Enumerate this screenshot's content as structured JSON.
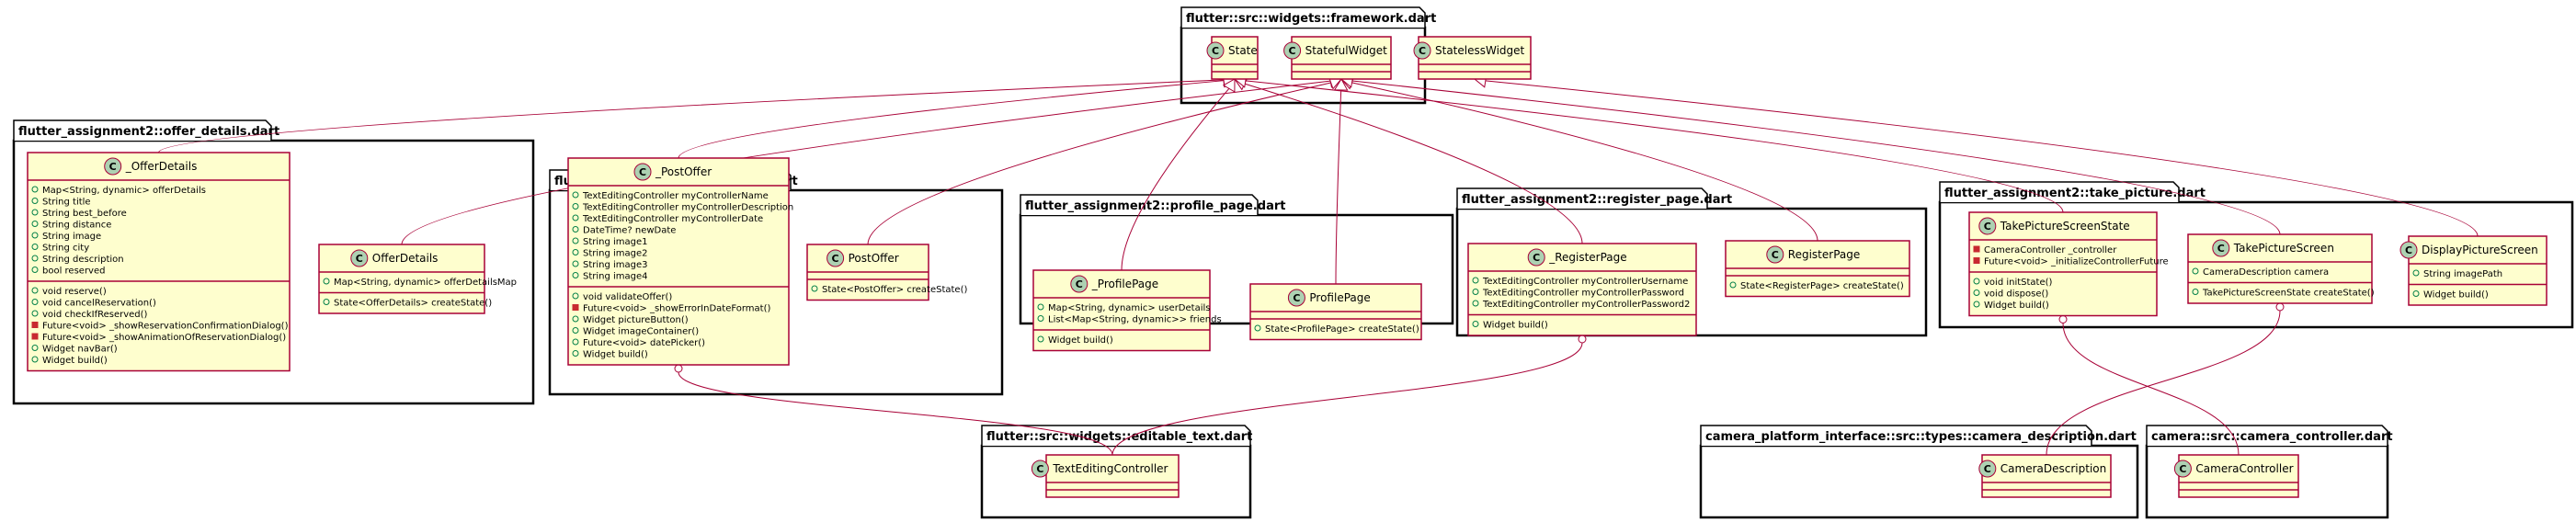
{
  "packages": [
    {
      "id": "framework",
      "label": "flutter::src::widgets::framework.dart"
    },
    {
      "id": "offer_details",
      "label": "flutter_assignment2::offer_details.dart"
    },
    {
      "id": "post_offer",
      "label": "flutter_assignment2::post_offer.dart"
    },
    {
      "id": "profile_page",
      "label": "flutter_assignment2::profile_page.dart"
    },
    {
      "id": "register_page",
      "label": "flutter_assignment2::register_page.dart"
    },
    {
      "id": "take_picture",
      "label": "flutter_assignment2::take_picture.dart"
    },
    {
      "id": "editable_text",
      "label": "flutter::src::widgets::editable_text.dart"
    },
    {
      "id": "camera_description",
      "label": "camera_platform_interface::src::types::camera_description.dart"
    },
    {
      "id": "camera_controller",
      "label": "camera::src::camera_controller.dart"
    }
  ],
  "classes": [
    {
      "id": "State",
      "name": "State",
      "badge": "C",
      "attributes": [],
      "methods": []
    },
    {
      "id": "StatefulWidget",
      "name": "StatefulWidget",
      "badge": "C",
      "attributes": [],
      "methods": []
    },
    {
      "id": "StatelessWidget",
      "name": "StatelessWidget",
      "badge": "C",
      "attributes": [],
      "methods": []
    },
    {
      "id": "_OfferDetails",
      "name": "_OfferDetails",
      "badge": "C",
      "attributes": [
        {
          "vis": "public",
          "text": "Map<String, dynamic> offerDetails"
        },
        {
          "vis": "public",
          "text": "String title"
        },
        {
          "vis": "public",
          "text": "String best_before"
        },
        {
          "vis": "public",
          "text": "String distance"
        },
        {
          "vis": "public",
          "text": "String image"
        },
        {
          "vis": "public",
          "text": "String city"
        },
        {
          "vis": "public",
          "text": "String description"
        },
        {
          "vis": "public",
          "text": "bool reserved"
        }
      ],
      "methods": [
        {
          "vis": "public",
          "text": "void reserve()"
        },
        {
          "vis": "public",
          "text": "void cancelReservation()"
        },
        {
          "vis": "public",
          "text": "void checkIfReserved()"
        },
        {
          "vis": "private",
          "text": "Future<void> _showReservationConfirmationDialog()"
        },
        {
          "vis": "private",
          "text": "Future<void> _showAnimationOfReservationDialog()"
        },
        {
          "vis": "public",
          "text": "Widget navBar()"
        },
        {
          "vis": "public",
          "text": "Widget build()"
        }
      ]
    },
    {
      "id": "OfferDetails",
      "name": "OfferDetails",
      "badge": "C",
      "attributes": [
        {
          "vis": "public",
          "text": "Map<String, dynamic> offerDetailsMap"
        }
      ],
      "methods": [
        {
          "vis": "public",
          "text": "State<OfferDetails> createState()"
        }
      ]
    },
    {
      "id": "_PostOffer",
      "name": "_PostOffer",
      "badge": "C",
      "attributes": [
        {
          "vis": "public",
          "text": "TextEditingController myControllerName"
        },
        {
          "vis": "public",
          "text": "TextEditingController myControllerDescription"
        },
        {
          "vis": "public",
          "text": "TextEditingController myControllerDate"
        },
        {
          "vis": "public",
          "text": "DateTime? newDate"
        },
        {
          "vis": "public",
          "text": "String image1"
        },
        {
          "vis": "public",
          "text": "String image2"
        },
        {
          "vis": "public",
          "text": "String image3"
        },
        {
          "vis": "public",
          "text": "String image4"
        }
      ],
      "methods": [
        {
          "vis": "public",
          "text": "void validateOffer()"
        },
        {
          "vis": "private",
          "text": "Future<void> _showErrorInDateFormat()"
        },
        {
          "vis": "public",
          "text": "Widget pictureButton()"
        },
        {
          "vis": "public",
          "text": "Widget imageContainer()"
        },
        {
          "vis": "public",
          "text": "Future<void> datePicker()"
        },
        {
          "vis": "public",
          "text": "Widget build()"
        }
      ]
    },
    {
      "id": "PostOffer",
      "name": "PostOffer",
      "badge": "C",
      "attributes": [],
      "methods": [
        {
          "vis": "public",
          "text": "State<PostOffer> createState()"
        }
      ]
    },
    {
      "id": "_ProfilePage",
      "name": "_ProfilePage",
      "badge": "C",
      "attributes": [
        {
          "vis": "public",
          "text": "Map<String, dynamic> userDetails"
        },
        {
          "vis": "public",
          "text": "List<Map<String, dynamic>> friends"
        }
      ],
      "methods": [
        {
          "vis": "public",
          "text": "Widget build()"
        }
      ]
    },
    {
      "id": "ProfilePage",
      "name": "ProfilePage",
      "badge": "C",
      "attributes": [],
      "methods": [
        {
          "vis": "public",
          "text": "State<ProfilePage> createState()"
        }
      ]
    },
    {
      "id": "_RegisterPage",
      "name": "_RegisterPage",
      "badge": "C",
      "attributes": [
        {
          "vis": "public",
          "text": "TextEditingController myControllerUsername"
        },
        {
          "vis": "public",
          "text": "TextEditingController myControllerPassword"
        },
        {
          "vis": "public",
          "text": "TextEditingController myControllerPassword2"
        }
      ],
      "methods": [
        {
          "vis": "public",
          "text": "Widget build()"
        }
      ]
    },
    {
      "id": "RegisterPage",
      "name": "RegisterPage",
      "badge": "C",
      "attributes": [],
      "methods": [
        {
          "vis": "public",
          "text": "State<RegisterPage> createState()"
        }
      ]
    },
    {
      "id": "TakePictureScreenState",
      "name": "TakePictureScreenState",
      "badge": "C",
      "attributes": [
        {
          "vis": "private",
          "text": "CameraController _controller"
        },
        {
          "vis": "private",
          "text": "Future<void> _initializeControllerFuture"
        }
      ],
      "methods": [
        {
          "vis": "public",
          "text": "void initState()"
        },
        {
          "vis": "public",
          "text": "void dispose()"
        },
        {
          "vis": "public",
          "text": "Widget build()"
        }
      ]
    },
    {
      "id": "TakePictureScreen",
      "name": "TakePictureScreen",
      "badge": "C",
      "attributes": [
        {
          "vis": "public",
          "text": "CameraDescription camera"
        }
      ],
      "methods": [
        {
          "vis": "public",
          "text": "TakePictureScreenState createState()"
        }
      ]
    },
    {
      "id": "DisplayPictureScreen",
      "name": "DisplayPictureScreen",
      "badge": "C",
      "attributes": [
        {
          "vis": "public",
          "text": "String imagePath"
        }
      ],
      "methods": [
        {
          "vis": "public",
          "text": "Widget build()"
        }
      ]
    },
    {
      "id": "TextEditingController",
      "name": "TextEditingController",
      "badge": "C",
      "attributes": [],
      "methods": []
    },
    {
      "id": "CameraDescription",
      "name": "CameraDescription",
      "badge": "C",
      "attributes": [],
      "methods": []
    },
    {
      "id": "CameraController",
      "name": "CameraController",
      "badge": "C",
      "attributes": [],
      "methods": []
    }
  ],
  "relations": [
    {
      "from": "_OfferDetails",
      "to": "State",
      "type": "inheritance"
    },
    {
      "from": "OfferDetails",
      "to": "StatefulWidget",
      "type": "inheritance"
    },
    {
      "from": "_PostOffer",
      "to": "State",
      "type": "inheritance"
    },
    {
      "from": "PostOffer",
      "to": "StatefulWidget",
      "type": "inheritance"
    },
    {
      "from": "_ProfilePage",
      "to": "State",
      "type": "inheritance"
    },
    {
      "from": "ProfilePage",
      "to": "StatefulWidget",
      "type": "inheritance"
    },
    {
      "from": "_RegisterPage",
      "to": "State",
      "type": "inheritance"
    },
    {
      "from": "RegisterPage",
      "to": "StatefulWidget",
      "type": "inheritance"
    },
    {
      "from": "TakePictureScreenState",
      "to": "State",
      "type": "inheritance"
    },
    {
      "from": "TakePictureScreen",
      "to": "StatefulWidget",
      "type": "inheritance"
    },
    {
      "from": "DisplayPictureScreen",
      "to": "StatelessWidget",
      "type": "inheritance"
    },
    {
      "from": "_PostOffer",
      "to": "TextEditingController",
      "type": "aggregation"
    },
    {
      "from": "_RegisterPage",
      "to": "TextEditingController",
      "type": "aggregation"
    },
    {
      "from": "TakePictureScreenState",
      "to": "CameraController",
      "type": "aggregation"
    },
    {
      "from": "TakePictureScreen",
      "to": "CameraDescription",
      "type": "aggregation"
    }
  ]
}
